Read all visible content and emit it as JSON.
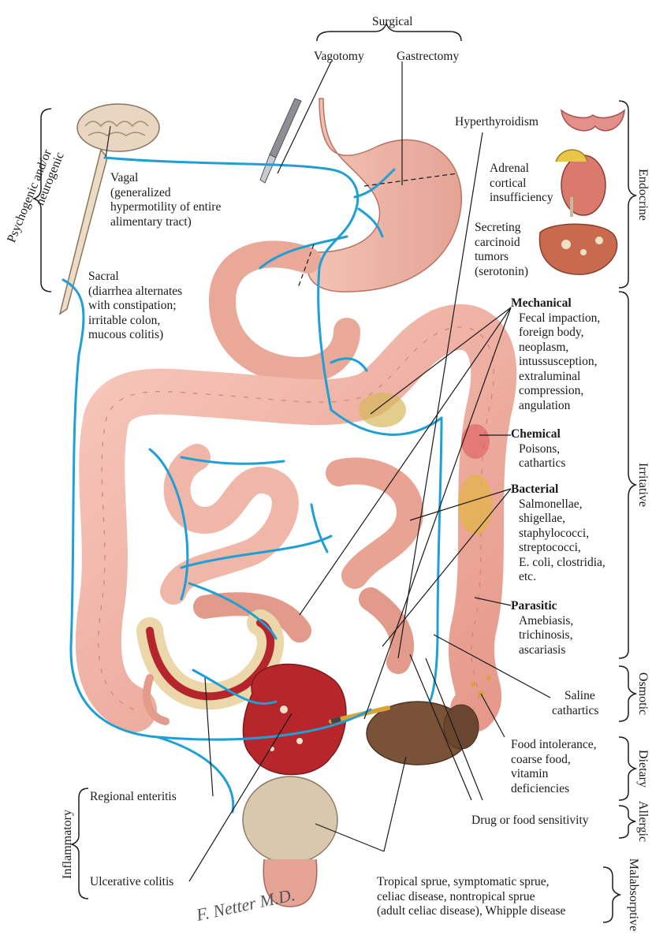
{
  "top": {
    "surgical": "Surgical",
    "vagotomy": "Vagotomy",
    "gastrectomy": "Gastrectomy"
  },
  "left": {
    "psychogenic_l1": "Psychogenic and/or",
    "psychogenic_l2": "neurogenic",
    "vagal_title": "Vagal",
    "vagal_lines": [
      "(generalized",
      "hypermotility of entire",
      "alimentary tract)"
    ],
    "sacral_title": "Sacral",
    "sacral_lines": [
      "(diarrhea alternates",
      "with constipation;",
      "irritable colon,",
      "mucous colitis)"
    ],
    "inflammatory": "Inflammatory",
    "regional_enteritis": "Regional enteritis",
    "ulcerative_colitis": "Ulcerative colitis"
  },
  "endocrine": {
    "group": "Endocrine",
    "hyperthyroidism": "Hyperthyroidism",
    "adrenal_lines": [
      "Adrenal",
      "cortical",
      "insufficiency"
    ],
    "carcinoid_lines": [
      "Secreting",
      "carcinoid",
      "tumors",
      "(serotonin)"
    ]
  },
  "irritative": {
    "group": "Irritative",
    "mechanical_title": "Mechanical",
    "mechanical_lines": [
      "Fecal impaction,",
      "foreign body,",
      "neoplasm,",
      "intussusception,",
      "extraluminal",
      "compression,",
      "angulation"
    ],
    "chemical_title": "Chemical",
    "chemical_lines": [
      "Poisons,",
      "cathartics"
    ],
    "bacterial_title": "Bacterial",
    "bacterial_lines": [
      "Salmonellae,",
      "shigellae,",
      "staphylococci,",
      "streptococci,",
      "E. coli, clostridia,",
      "etc."
    ],
    "parasitic_title": "Parasitic",
    "parasitic_lines": [
      "Amebiasis,",
      "trichinosis,",
      "ascariasis"
    ]
  },
  "osmotic": {
    "group": "Osmotic",
    "lines": [
      "Saline",
      "cathartics"
    ]
  },
  "dietary": {
    "group": "Dietary",
    "lines": [
      "Food intolerance,",
      "coarse food,",
      "vitamin",
      "deficiencies"
    ]
  },
  "allergic": {
    "group": "Allergic",
    "text": "Drug or food sensitivity"
  },
  "malabsorptive": {
    "group": "Malabsorptive",
    "lines": [
      "Tropical sprue, symptomatic sprue,",
      "celiac disease, nontropical sprue",
      "(adult celiac disease), Whipple disease"
    ]
  },
  "signature": "F. Netter M.D.",
  "colors": {
    "nerve": "#1e9fd6",
    "tissue": "#f2b3a6",
    "tissue_dark": "#d98b7c",
    "inflamed": "#b8262b",
    "feces": "#7a5238",
    "text": "#1a1a1a"
  }
}
